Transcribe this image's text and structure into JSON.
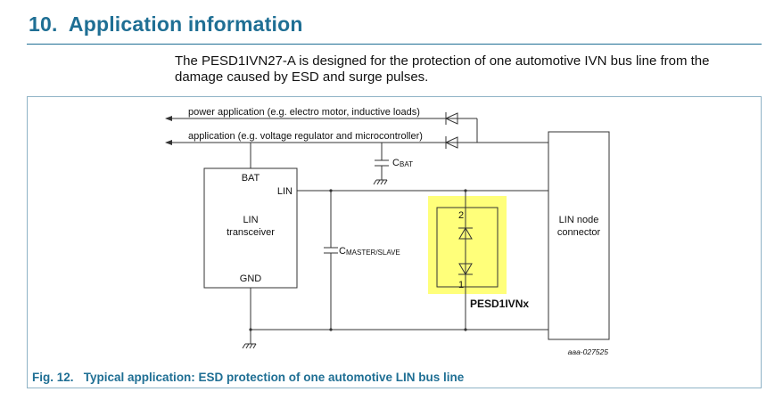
{
  "section": {
    "number": "10.",
    "title": "Application information"
  },
  "intro_text": {
    "line1": "The PESD1IVN27-A is designed for the protection of one automotive IVN bus line from the",
    "line2": "damage caused by ESD and surge pulses."
  },
  "diagram": {
    "arrow_power": "power application (e.g. electro motor, inductive loads)",
    "arrow_application": "application (e.g. voltage regulator and microcontroller)",
    "cap_bat": {
      "main": "C",
      "sub": "BAT"
    },
    "cap_master": {
      "main": "C",
      "sub": "MASTER/SLAVE"
    },
    "transceiver": {
      "bat": "BAT",
      "lin": "LIN",
      "name_line1": "LIN",
      "name_line2": "transceiver",
      "gnd": "GND"
    },
    "device": {
      "pin_top": "2",
      "pin_bottom": "1",
      "name": "PESD1IVNx",
      "highlight_color": "#ffff7a"
    },
    "connector": {
      "line1": "LIN node",
      "line2": "connector"
    },
    "ref_code": "aaa-027525"
  },
  "caption": {
    "label": "Fig. 12.",
    "text": "Typical application: ESD protection of one automotive LIN bus line"
  },
  "colors": {
    "heading": "#1f6f94",
    "frame": "#8fb3c6"
  }
}
